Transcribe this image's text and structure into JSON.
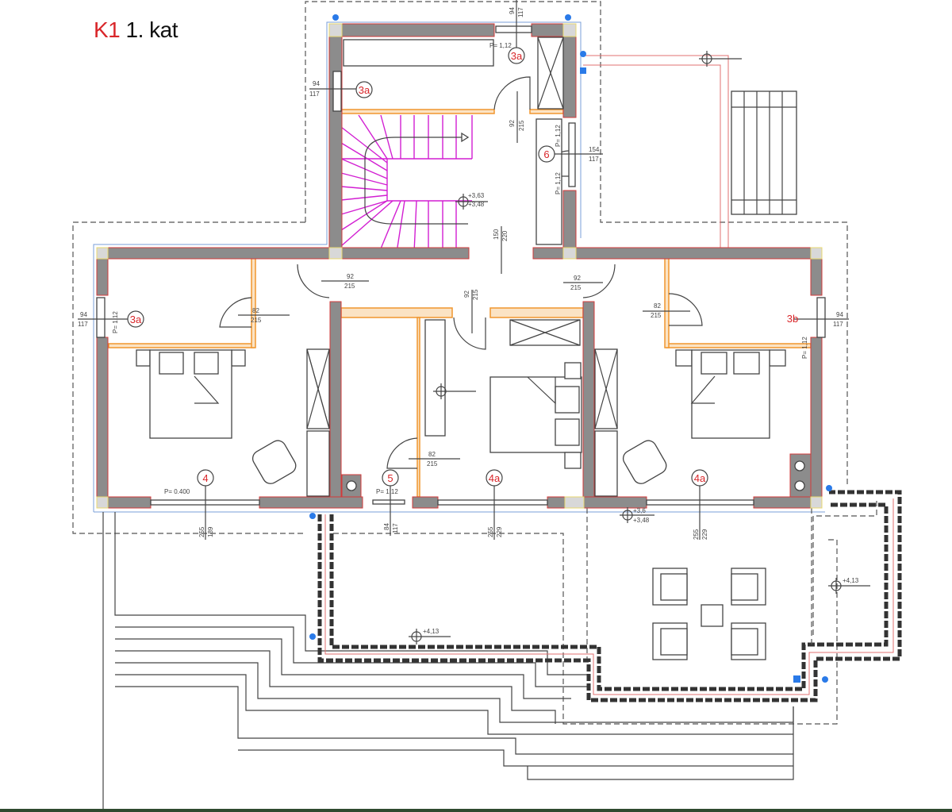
{
  "title": {
    "code": "K1",
    "floor": "1. kat"
  },
  "colors": {
    "title_code": "#d9262a",
    "walls": "#8c8c8c",
    "partitions": "#f0962e",
    "stairs": "#d21fd2",
    "room_labels": "#d9262a",
    "markers": "#2a7ae8"
  },
  "rooms": [
    {
      "label": "3a"
    },
    {
      "label": "3a"
    },
    {
      "label": "6"
    },
    {
      "label": "3a"
    },
    {
      "label": "3b"
    },
    {
      "label": "4"
    },
    {
      "label": "5"
    },
    {
      "label": "4a"
    },
    {
      "label": "4a"
    }
  ],
  "dimensions": [
    "94",
    "117",
    "P= 1,12",
    "92",
    "215",
    "154",
    "117",
    "P= 1,12",
    "P= 1,12",
    "+3,63",
    "+3,48",
    "150",
    "220",
    "92",
    "215",
    "92",
    "215",
    "92",
    "215",
    "82",
    "215",
    "82",
    "215",
    "94",
    "117",
    "94",
    "117",
    "P= 1,12",
    "P= 1,12",
    "P= 0.400",
    "82",
    "215",
    "P= 1,12",
    "255",
    "189",
    "84",
    "117",
    "255",
    "229",
    "255",
    "229",
    "+3,6",
    "+3,48",
    "+4,13",
    "+4,13",
    "94",
    "117"
  ],
  "icons": [
    "level-marker-icon",
    "survey-point-icon",
    "door-swing-icon",
    "bed-icon",
    "armchair-icon",
    "wardrobe-icon",
    "table-chairs-icon"
  ]
}
